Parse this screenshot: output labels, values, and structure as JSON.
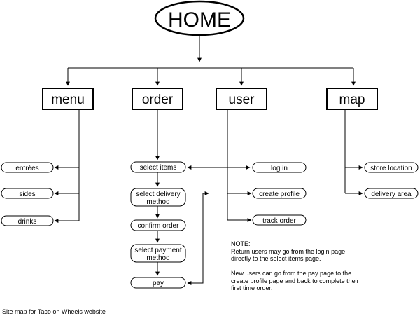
{
  "home": {
    "label": "HOME"
  },
  "sections": {
    "menu": "menu",
    "order": "order",
    "user": "user",
    "map": "map"
  },
  "menu_items": {
    "entrees": "entrées",
    "sides": "sides",
    "drinks": "drinks"
  },
  "order_steps": {
    "select_items": "select items",
    "select_delivery_1": "select delivery",
    "select_delivery_2": "method",
    "confirm_order": "confirm order",
    "select_payment_1": "select payment",
    "select_payment_2": "method",
    "pay": "pay"
  },
  "user_items": {
    "log_in": "log in",
    "create_profile": "create profile",
    "track_order": "track order"
  },
  "map_items": {
    "store_location": "store location",
    "delivery_area": "delivery area"
  },
  "note": {
    "title": "NOTE:",
    "line1": "Return users may go from the login page",
    "line2": "directly to the select items page.",
    "line3": "New users can go from the pay page to the",
    "line4": "create profile page and back to complete their",
    "line5": "first time order."
  },
  "caption": "Site map for Taco on Wheels website"
}
